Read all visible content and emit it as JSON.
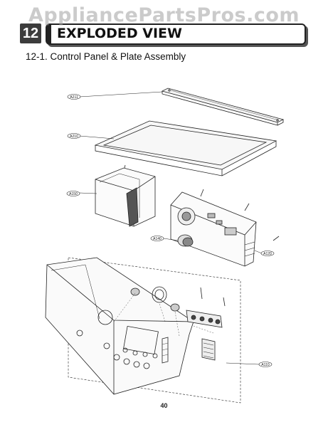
{
  "watermark": "AppliancePartsPros.com",
  "header": {
    "section_number": "12",
    "section_title": "EXPLODED VIEW"
  },
  "subsection_title": "12-1. Control Panel & Plate Assembly",
  "callouts": [
    "A211",
    "A210",
    "A150",
    "A140",
    "A120",
    "A110"
  ],
  "page_number": "40"
}
